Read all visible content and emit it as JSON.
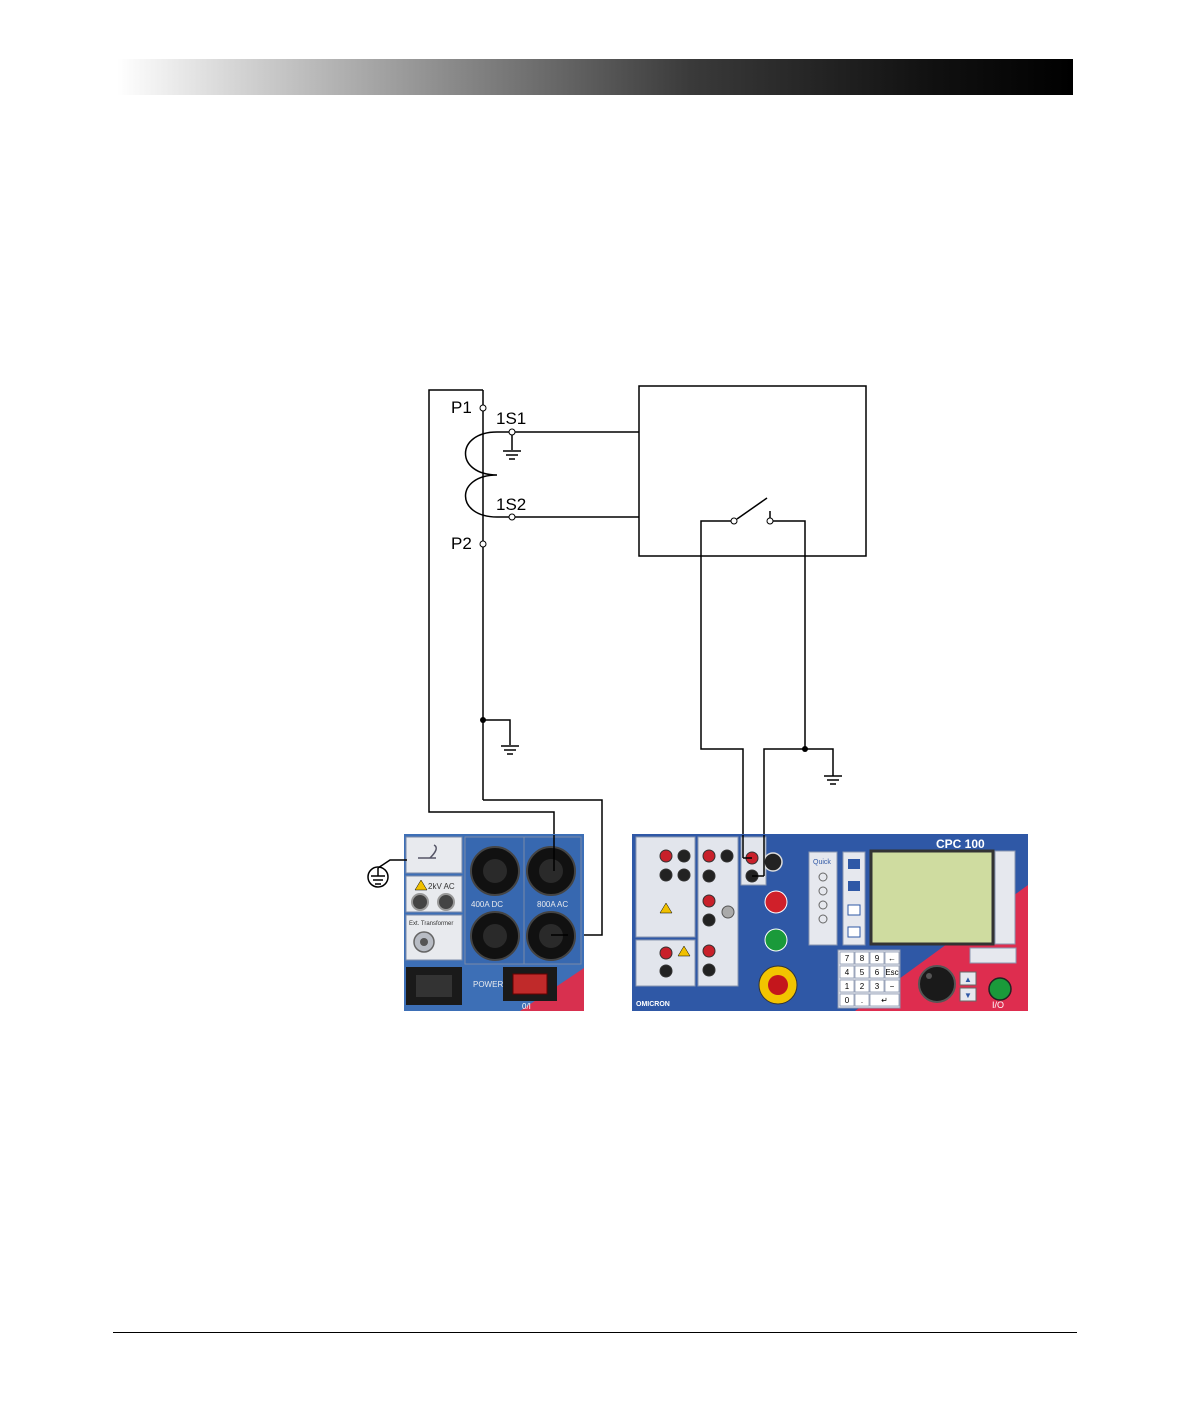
{
  "terminals": {
    "p1": "P1",
    "p2": "P2",
    "s1": "1S1",
    "s2": "1S2"
  },
  "booster": {
    "ac_2kv": "2kV AC",
    "ext_transformer": "Ext. Transformer",
    "dc_400a": "400A DC",
    "ac_800a": "800A AC",
    "power": "POWER",
    "switch": "0/I"
  },
  "cpc": {
    "title": "CPC 100",
    "brand": "OMICRON",
    "quick": "Quick",
    "power_switch": "I/O",
    "keypad": [
      "7",
      "8",
      "9",
      "←",
      "4",
      "5",
      "6",
      "Esc",
      "1",
      "2",
      "3",
      "−",
      "0",
      ".",
      "↵"
    ]
  },
  "colors": {
    "panel_blue": "#2f58a6",
    "panel_red": "#de2d4f",
    "screen": "#cfdca0"
  }
}
